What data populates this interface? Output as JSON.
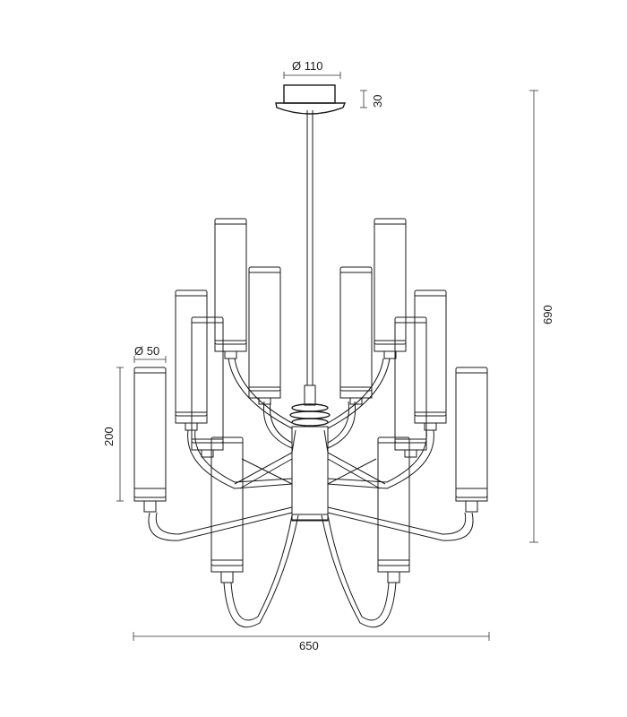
{
  "drawing": {
    "dimensions": {
      "canopy_diameter": "Ø 110",
      "canopy_height": "30",
      "total_height": "690",
      "total_width": "650",
      "shade_diameter": "Ø 50",
      "shade_height": "200"
    },
    "colors": {
      "line": "#1a1a1a",
      "background": "#ffffff"
    }
  }
}
